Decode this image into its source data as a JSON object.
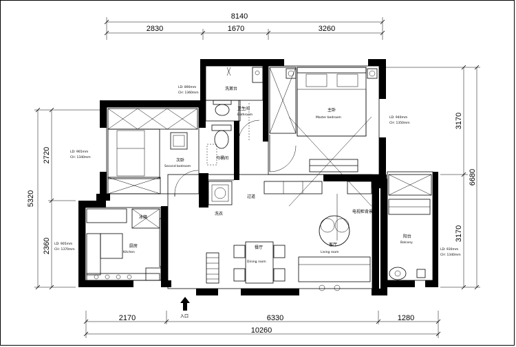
{
  "dimensions": {
    "top_total": "8140",
    "top_segments": [
      "2830",
      "1670",
      "3260"
    ],
    "bottom_total": "10260",
    "bottom_segments": [
      "2170",
      "6330",
      "1280"
    ],
    "left_total": "5320",
    "left_segments": [
      "2720",
      "2360"
    ],
    "right_total": "6680",
    "right_segments": [
      "3170",
      "3170"
    ]
  },
  "rooms": {
    "bathroom_cn": "卫生间",
    "bathroom_en": "Bathroom",
    "master_cn": "主卧",
    "master_en": "Master bedroom",
    "second_cn": "次卧",
    "second_en": "Second bedroom",
    "kitchen_cn": "厨房",
    "kitchen_en": "Kitchen",
    "living_cn": "客厅",
    "living_en": "Living room",
    "dining_cn": "餐厅",
    "dining_en": "Dining room",
    "balcony_cn": "阳台",
    "balcony_en": "Balcony",
    "washroom_cn": "洗漱台",
    "toilet_cn": "马桶间",
    "hall_cn": "过道",
    "laundry_cn": "洗衣",
    "fridge_cn": "冰箱",
    "cabinet_cn": "电视柜背景墙"
  },
  "annotations": {
    "second_l1": "LD: 965mm",
    "second_l2": "CH: 1340mm",
    "bath_l1": "LD: 890mm",
    "bath_l2": "CH: 1360mm",
    "master_l1": "LD: 940mm",
    "master_l2": "CH: 1350mm",
    "kitchen_l1": "LD: 905mm",
    "kitchen_l2": "CH: 1370mm",
    "balcony_l1": "LD: 930mm",
    "balcony_l2": "CH: 1340mm"
  },
  "entrance_label": "入口"
}
